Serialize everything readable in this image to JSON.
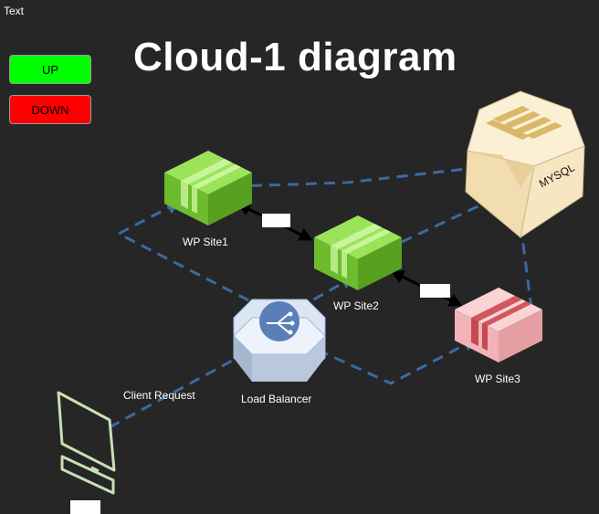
{
  "corner_text": "Text",
  "title": "Cloud-1 diagram",
  "legend": {
    "up_label": "UP",
    "down_label": "DOWN",
    "up_color": "#00ff00",
    "down_color": "#ff0000"
  },
  "nodes": {
    "wp_site1": {
      "label": "WP Site1",
      "status": "up",
      "icon": "package-icon"
    },
    "wp_site2": {
      "label": "WP Site2",
      "status": "up",
      "icon": "package-icon"
    },
    "wp_site3": {
      "label": "WP Site3",
      "status": "down",
      "icon": "package-icon"
    },
    "mysql": {
      "label": "MYSQL",
      "icon": "database-cube-icon"
    },
    "load_balancer": {
      "label": "Load Balancer",
      "icon": "load-balancer-icon"
    },
    "client": {
      "icon": "computer-terminal-icon"
    }
  },
  "edges": {
    "client_request_label": "Client Request"
  },
  "colors": {
    "background": "#262626",
    "link_dash": "#3c6aa0",
    "up_box": "#77c63a",
    "down_box": "#f4b8bc",
    "mysql_box": "#f7e6c2",
    "lb_box": "#c9d8ee"
  }
}
